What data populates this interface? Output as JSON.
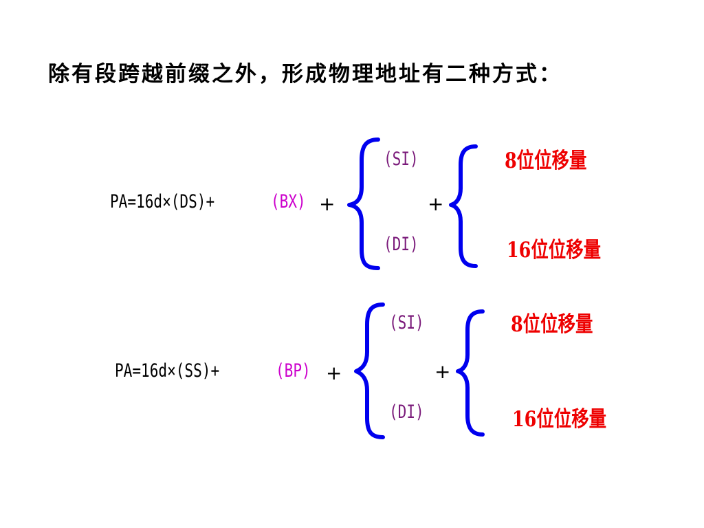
{
  "heading": "除有段跨越前缀之外，形成物理地址有二种方式：",
  "colors": {
    "brace": "#0000ee",
    "register": "#cc00cc",
    "index": "#7a1a7a",
    "displacement": "#ee0000",
    "text": "#000000"
  },
  "formulas": [
    {
      "prefix": "PA=16d×(DS)+",
      "base": "(BX)",
      "plus1": "+",
      "index_top": "(SI)",
      "index_bottom": "(DI)",
      "plus2": "+",
      "disp_top": "8位位移量",
      "disp_bottom": "16位位移量"
    },
    {
      "prefix": "PA=16d×(SS)+",
      "base": "(BP)",
      "plus1": "+",
      "index_top": "(SI)",
      "index_bottom": "(DI)",
      "plus2": "+",
      "disp_top": "8位位移量",
      "disp_bottom": "16位位移量"
    }
  ]
}
